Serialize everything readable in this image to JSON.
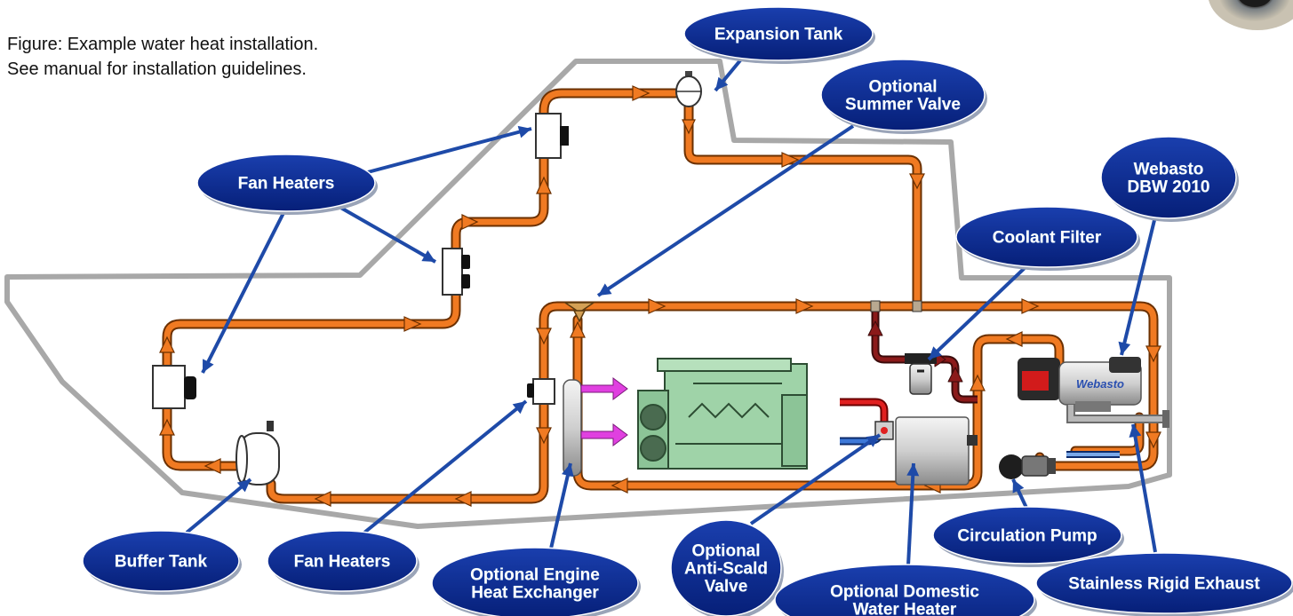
{
  "caption": {
    "line1": "Figure: Example water heat installation.",
    "line2": "See manual for installation guidelines."
  },
  "labels": {
    "expansion_tank": [
      "Expansion Tank"
    ],
    "summer_valve": [
      "Optional",
      "Summer Valve"
    ],
    "fan_heaters_top": [
      "Fan Heaters"
    ],
    "webasto": [
      "Webasto",
      "DBW 2010"
    ],
    "coolant_filter": [
      "Coolant Filter"
    ],
    "buffer_tank": [
      "Buffer Tank"
    ],
    "fan_heaters_bottom": [
      "Fan Heaters"
    ],
    "engine_hx": [
      "Optional Engine",
      "Heat Exchanger"
    ],
    "anti_scald": [
      "Optional",
      "Anti-Scald",
      "Valve"
    ],
    "domestic_heater": [
      "Optional Domestic",
      "Water Heater"
    ],
    "circulation_pump": [
      "Circulation Pump"
    ],
    "rigid_exhaust": [
      "Stainless Rigid Exhaust"
    ]
  },
  "heater_brand": "Webasto",
  "colors": {
    "hull": "#a8a8a8",
    "pipe": "#f07a22",
    "pipe_outline": "#6b3000",
    "filter_line": "#8b1a1a",
    "engine": "#9fd3a8",
    "engine_arrow": "#e040e0",
    "label_fill": "#0a2a8c",
    "leader": "#1e4aa8"
  }
}
